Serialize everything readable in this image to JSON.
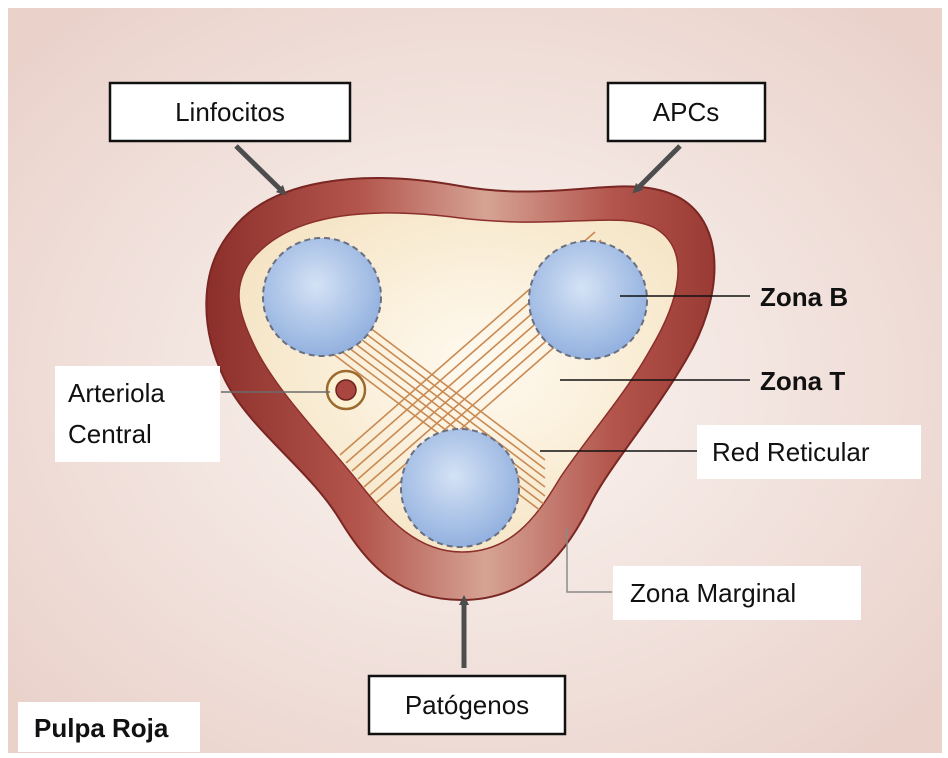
{
  "labels": {
    "linfocitos": "Linfocitos",
    "apcs": "APCs",
    "zona_b": "Zona B",
    "zona_t": "Zona T",
    "arteriola_1": "Arteriola",
    "arteriola_2": "Central",
    "red_reticular": "Red Reticular",
    "zona_marginal": "Zona Marginal",
    "patogenos": "Patógenos",
    "pulpa_roja": "Pulpa Roja"
  },
  "colors": {
    "background": "#f0dcd6",
    "marginal_zone": "#a8463f",
    "inner_zone": "#fbf0d4",
    "follicle": "#a9c3e8",
    "reticular_fiber": "#c98a52",
    "arrow": "#4d4d4d"
  }
}
